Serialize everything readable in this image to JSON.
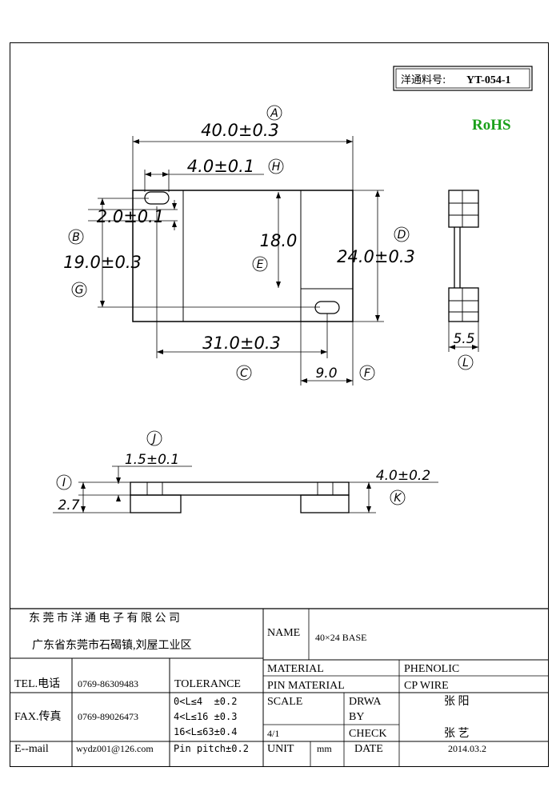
{
  "header": {
    "part_no_label": "洋通料号:",
    "part_no": "YT-054-1",
    "rohs": "RoHS"
  },
  "colors": {
    "rohs": "#1aa01a",
    "ink": "#000000"
  },
  "dims": {
    "A": {
      "tag": "A",
      "value": "40.0±0.3"
    },
    "H": {
      "tag": "H",
      "value": "4.0±0.1"
    },
    "B": {
      "tag": "B",
      "value": "2.0±0.1"
    },
    "G": {
      "tag": "G",
      "value": "19.0±0.3"
    },
    "E": {
      "tag": "E",
      "value": "18.0"
    },
    "D": {
      "tag": "D",
      "value": "24.0±0.3"
    },
    "C": {
      "tag": "C",
      "value": "31.0±0.3"
    },
    "F": {
      "tag": "F",
      "value": "9.0"
    },
    "L": {
      "tag": "L",
      "value": "5.5"
    },
    "J": {
      "tag": "J",
      "value": "1.5±0.1"
    },
    "I": {
      "tag": "I",
      "value": "2.7"
    },
    "K": {
      "tag": "K",
      "value": "4.0±0.2"
    }
  },
  "title_block": {
    "company": "东 莞 市 洋 通 电 子 有 限 公 司",
    "address": "广东省东莞市石碣镇,刘屋工业区",
    "name_label": "NAME",
    "name_value": "40×24 BASE",
    "material_label": "MATERIAL",
    "material_value": "PHENOLIC",
    "pin_material_label": "PIN MATERIAL",
    "pin_material_value": "CP WIRE",
    "tel_label": "TEL.电话",
    "tel_value": "0769-86309483",
    "tolerance_label": "TOLERANCE",
    "fax_label": "FAX.传真",
    "fax_value": "0769-89026473",
    "tol_1": "0<L≤4  ±0.2",
    "tol_2": "4<L≤16 ±0.3",
    "tol_3": "16<L≤63±0.4",
    "pin_pitch": "Pin pitch±0.2",
    "scale_label": "SCALE",
    "scale_value": "4/1",
    "drawn_label_1": "DRWA",
    "drawn_label_2": "BY",
    "drawn_value": "张 阳",
    "check_label": "CHECK",
    "check_value": "张 艺",
    "email_label": "E--mail",
    "email_value": "wydz001@126.com",
    "unit_label": "UNIT",
    "unit_value": "mm",
    "date_label": "DATE",
    "date_value": "2014.03.2"
  }
}
